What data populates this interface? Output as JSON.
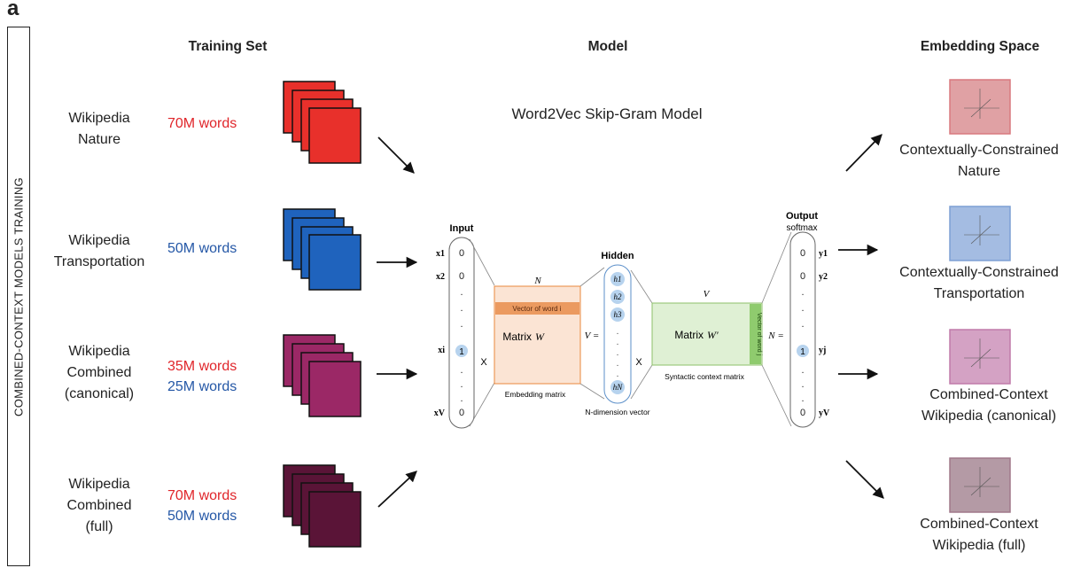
{
  "panel_letter": "a",
  "sidebar_label": "COMBINED-CONTEXT MODELS TRAINING",
  "headers": {
    "training_set": "Training Set",
    "model": "Model",
    "embedding_space": "Embedding Space"
  },
  "training_sets": [
    {
      "name_lines": [
        "Wikipedia",
        "Nature"
      ],
      "words": [
        {
          "text": "70M words",
          "color": "red"
        }
      ],
      "color": "#e8302b"
    },
    {
      "name_lines": [
        "Wikipedia",
        "Transportation"
      ],
      "words": [
        {
          "text": "50M words",
          "color": "blue"
        }
      ],
      "color": "#1f63bd"
    },
    {
      "name_lines": [
        "Wikipedia",
        "Combined",
        "(canonical)"
      ],
      "words": [
        {
          "text": "35M words",
          "color": "red"
        },
        {
          "text": "25M words",
          "color": "blue"
        }
      ],
      "color": "#9b2866"
    },
    {
      "name_lines": [
        "Wikipedia",
        "Combined",
        "(full)"
      ],
      "words": [
        {
          "text": "70M words",
          "color": "red"
        },
        {
          "text": "50M words",
          "color": "blue"
        }
      ],
      "color": "#5a1437"
    }
  ],
  "model": {
    "title": "Word2Vec Skip-Gram Model",
    "input_label": "Input",
    "hidden_label": "Hidden",
    "output_label": "Output",
    "softmax_label": "softmax",
    "input_values": [
      "0",
      "0",
      ".",
      ".",
      ".",
      "1",
      ".",
      ".",
      ".",
      "0"
    ],
    "input_var_labels": [
      "x1",
      "x2",
      "xi",
      "xV"
    ],
    "output_values": [
      "0",
      "0",
      ".",
      ".",
      ".",
      "1",
      ".",
      ".",
      ".",
      "0"
    ],
    "output_var_labels": [
      "y1",
      "y2",
      "yj",
      "yV"
    ],
    "matrix_w_label": "Matrix",
    "matrix_w_symbol": "W",
    "matrix_w_dim": "N",
    "matrix_w_row": "Vector of word i",
    "matrix_w_caption": "Embedding matrix",
    "hidden_units": [
      "h1",
      "h2",
      "h3",
      "hN"
    ],
    "hidden_caption": "N-dimension vector",
    "v_eq": "V =",
    "n_eq": "N =",
    "times": "X",
    "matrix_w2_label": "Matrix",
    "matrix_w2_symbol": "W'",
    "matrix_w2_dim": "V",
    "matrix_w2_col": "Vector of word j",
    "matrix_w2_caption": "Syntactic context matrix"
  },
  "embeddings": [
    {
      "label_lines": [
        "Contextually-Constrained",
        "Nature"
      ],
      "fill": "#e0a1a4",
      "stroke": "#d9797e"
    },
    {
      "label_lines": [
        "Contextually-Constrained",
        "Transportation"
      ],
      "fill": "#a4bce2",
      "stroke": "#7d9fd4"
    },
    {
      "label_lines": [
        "Combined-Context",
        "Wikipedia (canonical)"
      ],
      "fill": "#d4a2c4",
      "stroke": "#c07aaa"
    },
    {
      "label_lines": [
        "Combined-Context",
        "Wikipedia (full)"
      ],
      "fill": "#b49aa5",
      "stroke": "#a0788a"
    }
  ]
}
